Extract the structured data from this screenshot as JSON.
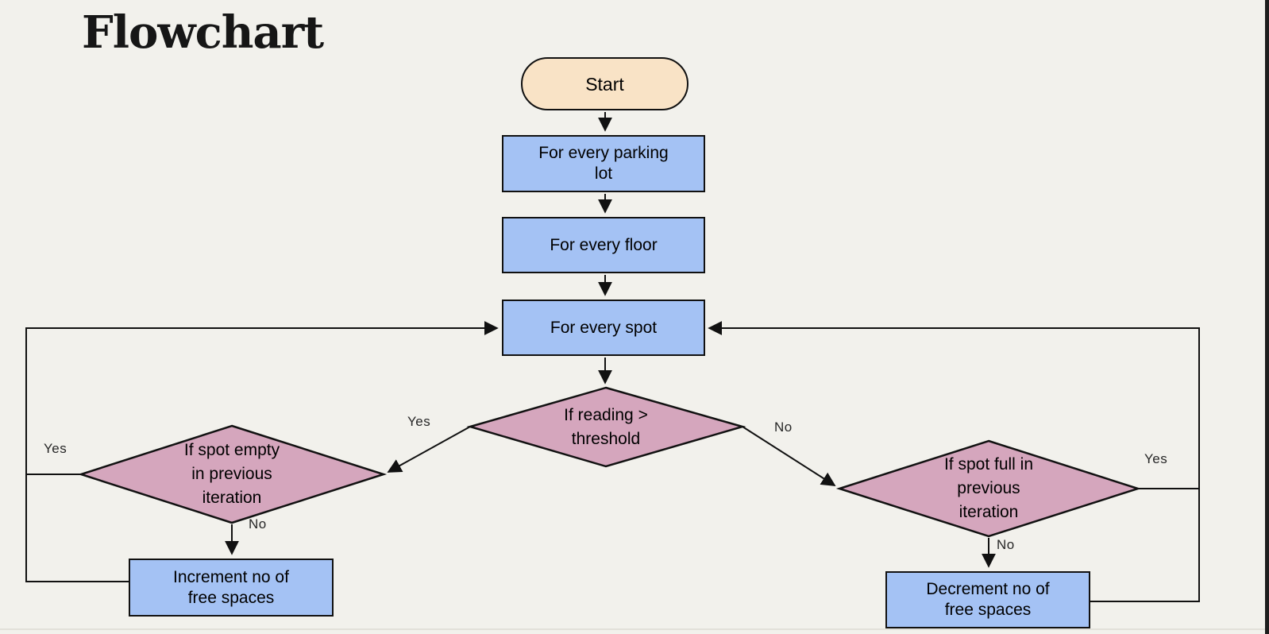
{
  "slide": {
    "title": "Flowchart"
  },
  "flowchart": {
    "nodes": {
      "start": {
        "label": "Start",
        "type": "terminator"
      },
      "for_every_parking_lot": {
        "label": "For every parking\nlot",
        "type": "process"
      },
      "for_every_floor": {
        "label": "For every floor",
        "type": "process"
      },
      "for_every_spot": {
        "label": "For every spot",
        "type": "process"
      },
      "if_reading_gt_threshold": {
        "label": "If reading >\nthreshold",
        "type": "decision"
      },
      "if_spot_empty": {
        "label": "If spot empty\nin previous\niteration",
        "type": "decision"
      },
      "if_spot_full": {
        "label": "If spot full in\nprevious\niteration",
        "type": "decision"
      },
      "increment_free_spaces": {
        "label": "Increment no of\nfree spaces",
        "type": "process"
      },
      "decrement_free_spaces": {
        "label": "Decrement no of\nfree spaces",
        "type": "process"
      }
    },
    "edge_labels": {
      "threshold_yes": "Yes",
      "threshold_no": "No",
      "empty_loop_yes": "Yes",
      "empty_no": "No",
      "full_loop_yes": "Yes",
      "full_no": "No"
    },
    "colors": {
      "background": "#f2f1ec",
      "process_fill": "#a4c2f4",
      "terminator_fill": "#f9e3c6",
      "decision_fill": "#d5a6bd",
      "outline": "#111111"
    }
  }
}
